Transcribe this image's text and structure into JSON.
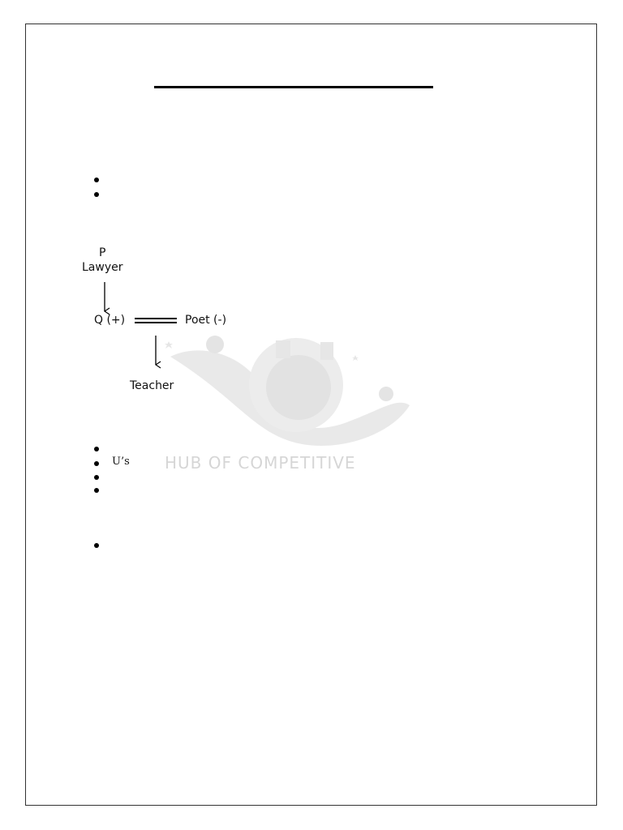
{
  "diagram": {
    "p_label": "P",
    "lawyer_label": "Lawyer",
    "q_label": "Q (+)",
    "poet_label": "Poet (-)",
    "teacher_label": "Teacher"
  },
  "bullets": {
    "item_us": "U’s"
  },
  "watermark": {
    "text": "HUB OF COMPETITIVE"
  }
}
